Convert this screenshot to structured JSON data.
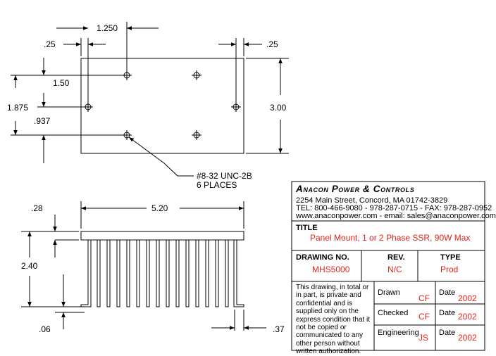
{
  "dimensions": {
    "top_hole_spacing": "1.250",
    "left_edge_offset": ".25",
    "right_edge_offset": ".25",
    "row1_from_top": "1.50",
    "row2_from_top": "1.875",
    "row3_offset": ".937",
    "plate_height": "3.00",
    "base_thickness": ".28",
    "overall_length": "5.20",
    "overall_height": "2.40",
    "fin_bottom_offset": ".06",
    "fin_end_offset": ".37"
  },
  "hole_callout": {
    "line1": "#8-32 UNC-2B",
    "line2": "6 PLACES"
  },
  "title_block": {
    "company": "Anacon Power & Controls",
    "address": "2254 Main Street, Concord, MA  01742-3829",
    "phone": "TEL: 800-466-9080 - 978-287-0715 - FAX: 978-287-0952",
    "web": "www.anaconpower.com - email: sales@anaconpower.com",
    "title_label": "TITLE",
    "title_value": "Panel Mount, 1 or 2 Phase SSR, 90W Max",
    "drawing_no_label": "DRAWING NO.",
    "drawing_no_value": "MHS5000",
    "rev_label": "REV.",
    "rev_value": "N/C",
    "type_label": "TYPE",
    "type_value": "Prod",
    "disclaimer": "This drawing, in total or in part, is private and confidential and is supplied only on the express condition that it not be copied or communicated to any other person without written authorization.",
    "drawn_label": "Drawn",
    "drawn_value": "CF",
    "checked_label": "Checked",
    "checked_value": "CF",
    "engineering_label": "Engineering",
    "engineering_value": "JS",
    "date_label": "Date",
    "drawn_date": "2002",
    "checked_date": "2002",
    "engineering_date": "2002"
  }
}
